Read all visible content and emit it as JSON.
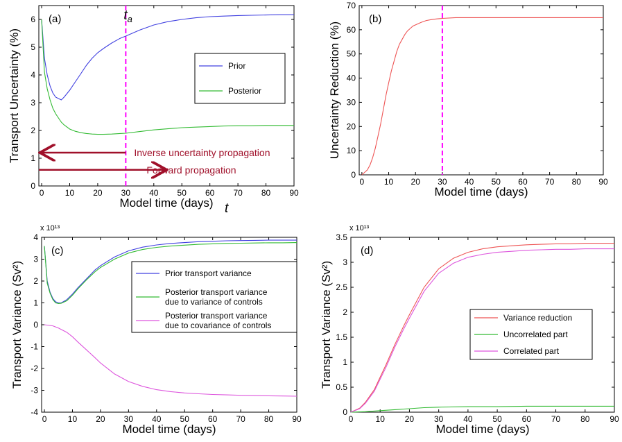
{
  "chart_data": [
    {
      "panel_label": "(a)",
      "type": "line",
      "xlabel": "Model time (days)",
      "ylabel": "Transport Uncertainty (%)",
      "xlim": [
        -1,
        90
      ],
      "ylim": [
        0,
        6.5
      ],
      "xticks": [
        "0",
        "10",
        "20",
        "30",
        "40",
        "50",
        "60",
        "70",
        "80",
        "90"
      ],
      "yticks": [
        "0",
        "1",
        "2",
        "3",
        "4",
        "5",
        "6"
      ],
      "grid": false,
      "legend_position": "right",
      "vline": {
        "x": 30,
        "label": "t_a",
        "color": "#ff00ff",
        "style": "dashed"
      },
      "extra_label": "t",
      "series": [
        {
          "name": "Prior",
          "color": "#4040e0",
          "x": [
            0,
            1,
            2,
            3,
            4,
            5,
            6,
            7,
            8,
            10,
            12,
            14,
            16,
            18,
            20,
            22,
            25,
            28,
            30,
            35,
            40,
            45,
            50,
            55,
            60,
            65,
            70,
            75,
            80,
            85,
            90
          ],
          "y": [
            6.0,
            4.6,
            4.0,
            3.6,
            3.35,
            3.2,
            3.15,
            3.1,
            3.2,
            3.45,
            3.75,
            4.05,
            4.35,
            4.6,
            4.8,
            4.95,
            5.15,
            5.32,
            5.4,
            5.62,
            5.8,
            5.92,
            6.0,
            6.06,
            6.1,
            6.12,
            6.14,
            6.15,
            6.16,
            6.17,
            6.17
          ]
        },
        {
          "name": "Posterior",
          "color": "#33bb33",
          "x": [
            0,
            1,
            2,
            3,
            4,
            5,
            6,
            7,
            8,
            10,
            12,
            14,
            16,
            18,
            20,
            22,
            25,
            28,
            30,
            35,
            40,
            45,
            50,
            55,
            60,
            65,
            70,
            75,
            80,
            85,
            90
          ],
          "y": [
            6.0,
            4.1,
            3.5,
            3.1,
            2.8,
            2.6,
            2.45,
            2.3,
            2.2,
            2.05,
            1.97,
            1.92,
            1.89,
            1.87,
            1.86,
            1.86,
            1.87,
            1.89,
            1.9,
            1.96,
            2.02,
            2.06,
            2.1,
            2.12,
            2.14,
            2.16,
            2.17,
            2.17,
            2.18,
            2.18,
            2.18
          ]
        }
      ],
      "annotations": [
        {
          "text": "Inverse uncertainty propagation",
          "direction": "left",
          "y": 1.2,
          "x_from": 30,
          "x_to": 0
        },
        {
          "text": "Forward propagation",
          "direction": "right",
          "y": 0.58,
          "x_from": -1,
          "x_to": 44
        }
      ]
    },
    {
      "panel_label": "(b)",
      "type": "line",
      "xlabel": "Model time (days)",
      "ylabel": "Uncertainty Reduction (%)",
      "xlim": [
        -1,
        90
      ],
      "ylim": [
        0,
        70
      ],
      "xticks": [
        "0",
        "10",
        "20",
        "30",
        "40",
        "50",
        "60",
        "70",
        "80",
        "90"
      ],
      "yticks": [
        "0",
        "10",
        "20",
        "30",
        "40",
        "50",
        "60",
        "70"
      ],
      "grid": false,
      "vline": {
        "x": 30,
        "color": "#ff00ff",
        "style": "dashed"
      },
      "series": [
        {
          "color": "#ee5555",
          "x": [
            0,
            1,
            2,
            3,
            4,
            5,
            6,
            7,
            8,
            9,
            10,
            11,
            12,
            13,
            14,
            15,
            16,
            17,
            18,
            19,
            20,
            22,
            24,
            26,
            28,
            30,
            35,
            40,
            50,
            60,
            70,
            80,
            90
          ],
          "y": [
            0,
            1,
            2,
            4,
            7,
            11,
            16,
            21,
            27,
            33,
            38,
            43,
            47,
            51,
            54,
            56,
            58,
            59.5,
            60.5,
            61.5,
            62,
            63,
            63.8,
            64.2,
            64.5,
            64.7,
            65,
            65,
            65,
            65,
            65,
            65,
            65
          ]
        }
      ]
    },
    {
      "panel_label": "(c)",
      "type": "line",
      "xlabel": "Model time (days)",
      "ylabel": "Transport Variance (Sv²)",
      "scale_label": "x 10¹³",
      "xlim": [
        -1,
        90
      ],
      "ylim": [
        -4,
        4
      ],
      "xticks": [
        "0",
        "10",
        "20",
        "30",
        "40",
        "50",
        "60",
        "70",
        "80",
        "90"
      ],
      "yticks": [
        "-4",
        "-3",
        "-2",
        "-1",
        "0",
        "1",
        "2",
        "3",
        "4"
      ],
      "grid": false,
      "legend_position": "right",
      "series": [
        {
          "name": "Prior transport variance",
          "color": "#4040e0",
          "x": [
            0,
            1,
            2,
            3,
            4,
            5,
            6,
            8,
            10,
            12,
            15,
            18,
            20,
            25,
            30,
            35,
            40,
            45,
            50,
            55,
            60,
            65,
            70,
            75,
            80,
            85,
            90
          ],
          "y": [
            3.6,
            2.0,
            1.5,
            1.2,
            1.05,
            1.0,
            1.0,
            1.15,
            1.4,
            1.7,
            2.1,
            2.5,
            2.7,
            3.1,
            3.38,
            3.55,
            3.65,
            3.72,
            3.76,
            3.8,
            3.82,
            3.84,
            3.85,
            3.86,
            3.87,
            3.87,
            3.87
          ]
        },
        {
          "name": "Posterior transport variance due to variance of controls",
          "color": "#33bb33",
          "x": [
            0,
            1,
            2,
            3,
            4,
            5,
            6,
            8,
            10,
            12,
            15,
            18,
            20,
            25,
            30,
            35,
            40,
            45,
            50,
            55,
            60,
            65,
            70,
            75,
            80,
            85,
            90
          ],
          "y": [
            3.6,
            1.9,
            1.45,
            1.15,
            1.0,
            0.97,
            0.98,
            1.1,
            1.35,
            1.65,
            2.05,
            2.42,
            2.62,
            3.0,
            3.28,
            3.44,
            3.54,
            3.6,
            3.64,
            3.68,
            3.7,
            3.72,
            3.73,
            3.74,
            3.75,
            3.75,
            3.76
          ]
        },
        {
          "name": "Posterior transport variance due to covariance of controls",
          "color": "#dd55dd",
          "x": [
            0,
            3,
            5,
            8,
            10,
            12,
            15,
            18,
            20,
            25,
            30,
            35,
            40,
            45,
            50,
            55,
            60,
            65,
            70,
            75,
            80,
            85,
            90
          ],
          "y": [
            0,
            -0.05,
            -0.15,
            -0.35,
            -0.55,
            -0.8,
            -1.15,
            -1.5,
            -1.75,
            -2.25,
            -2.6,
            -2.82,
            -2.97,
            -3.06,
            -3.12,
            -3.16,
            -3.19,
            -3.21,
            -3.23,
            -3.24,
            -3.25,
            -3.26,
            -3.27
          ]
        }
      ]
    },
    {
      "panel_label": "(d)",
      "type": "line",
      "xlabel": "Model time (days)",
      "ylabel": "Transport Variance (Sv²)",
      "scale_label": "x 10¹³",
      "xlim": [
        0,
        90
      ],
      "ylim": [
        0,
        3.5
      ],
      "xticks": [
        "0",
        "10",
        "20",
        "30",
        "40",
        "50",
        "60",
        "70",
        "80",
        "90"
      ],
      "yticks": [
        "0",
        "0.5",
        "1",
        "1.5",
        "2",
        "2.5",
        "3",
        "3.5"
      ],
      "grid": false,
      "legend_position": "right",
      "series": [
        {
          "name": "Variance reduction",
          "color": "#ee5555",
          "x": [
            0,
            3,
            5,
            8,
            10,
            12,
            15,
            18,
            20,
            25,
            30,
            35,
            40,
            45,
            50,
            55,
            60,
            65,
            70,
            75,
            80,
            85,
            90
          ],
          "y": [
            0,
            0.08,
            0.2,
            0.45,
            0.7,
            0.95,
            1.35,
            1.72,
            1.95,
            2.5,
            2.87,
            3.08,
            3.2,
            3.27,
            3.31,
            3.33,
            3.35,
            3.36,
            3.37,
            3.37,
            3.38,
            3.38,
            3.38
          ]
        },
        {
          "name": "Uncorrelated part",
          "color": "#33bb33",
          "x": [
            0,
            5,
            10,
            15,
            20,
            25,
            30,
            40,
            50,
            60,
            70,
            80,
            90
          ],
          "y": [
            0,
            0.01,
            0.03,
            0.05,
            0.07,
            0.09,
            0.1,
            0.11,
            0.11,
            0.12,
            0.12,
            0.12,
            0.12
          ]
        },
        {
          "name": "Correlated part",
          "color": "#dd55dd",
          "x": [
            0,
            3,
            5,
            8,
            10,
            12,
            15,
            18,
            20,
            25,
            30,
            35,
            40,
            45,
            50,
            55,
            60,
            65,
            70,
            75,
            80,
            85,
            90
          ],
          "y": [
            0,
            0.07,
            0.18,
            0.42,
            0.66,
            0.9,
            1.3,
            1.66,
            1.88,
            2.42,
            2.78,
            2.98,
            3.1,
            3.16,
            3.2,
            3.22,
            3.24,
            3.25,
            3.26,
            3.26,
            3.27,
            3.27,
            3.27
          ]
        }
      ]
    }
  ]
}
